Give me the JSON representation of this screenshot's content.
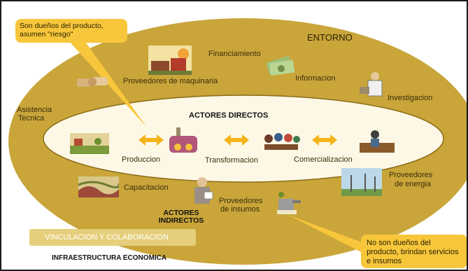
{
  "outer_title": "ENTORNO",
  "inner_title": "ACTORES DIRECTOS",
  "indirect_label_1": "ACTORES",
  "indirect_label_2": "INDIRECTOS",
  "callout_top": "Son dueños del producto, asumen \"riesgo\"",
  "callout_bottom": "No son dueños del producto, brindan servicios e insumos",
  "bottom_bar": "VINCULACION Y COLABORACION",
  "bottom_title": "INFRAESTRUCTURA ECONOMICA",
  "outer_items": {
    "financiamiento": "Financiamiento",
    "maquinaria": "Proveedores de maquinaria",
    "informacion": "Informacion",
    "investigacion": "Investigacion",
    "asistencia_1": "Asistencia",
    "asistencia_2": "Tecnica",
    "capacitacion": "Capacitacion",
    "insumos_1": "Proveedores",
    "insumos_2": "de insumos",
    "energia_1": "Proveedores",
    "energia_2": "de energia"
  },
  "direct_steps": [
    "Produccion",
    "Transformacion",
    "Comercializacion"
  ],
  "icons": [
    "handshake-icon",
    "factory-icon",
    "money-icon",
    "scientist-icon",
    "farm-icon",
    "processing-icon",
    "meeting-icon",
    "market-icon",
    "farmland-icon",
    "teacher-icon",
    "watering-can-icon",
    "wind-turbine-icon"
  ],
  "colors": {
    "outer_ellipse": "#c9a53a",
    "inner_ellipse": "#fdf8e6",
    "callout": "#f7c63b",
    "arrow": "#f5b41a"
  }
}
